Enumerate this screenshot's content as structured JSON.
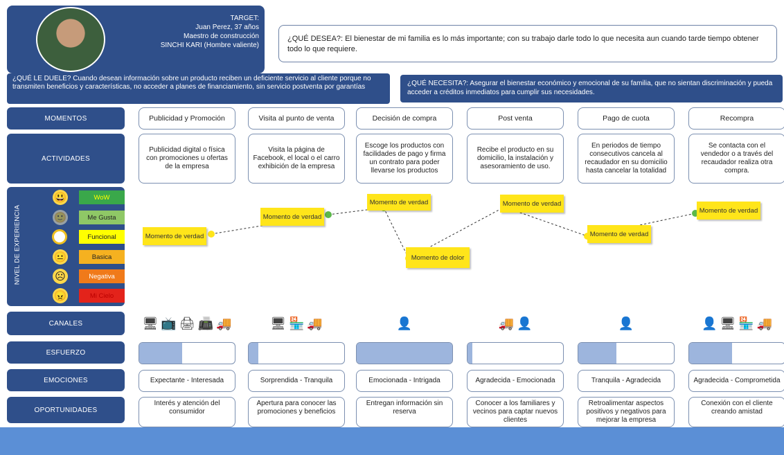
{
  "target": {
    "heading": "TARGET:",
    "line1": "Juan Perez, 37 años",
    "line2": "Maestro de construcción",
    "line3": "SINCHI KARI (Hombre valiente)"
  },
  "desea": "¿QUÉ DESEA?: El bienestar de mi familia es lo más importante; con su trabajo darle todo lo que necesita aun cuando tarde tiempo obtener todo lo que requiere.",
  "duele": "¿QUÉ LE DUELE? Cuando desean información sobre un producto reciben un deficiente servicio al cliente porque no transmiten beneficios y características, no acceder a planes de financiamiento, sin servicio postventa por garantías",
  "necesita": "¿QUÉ NECESITA?: Asegurar el bienestar económico y emocional de su familia, que no sientan discriminación y pueda acceder a créditos inmediatos para cumplir sus necesidades.",
  "rows": {
    "momentos": "MOMENTOS",
    "actividades": "ACTIVIDADES",
    "nivel": "NIVEL DE EXPERIENCIA",
    "canales": "CANALES",
    "esfuerzo": "ESFUERZO",
    "emociones": "EMOCIONES",
    "oportunidades": "OPORTUNIDADES"
  },
  "levels": [
    {
      "label": "WoW",
      "color": "#3aa84a",
      "face": "😃"
    },
    {
      "label": "Me Gusta",
      "color": "#8fc866",
      "face": "🙂"
    },
    {
      "label": "Funcional",
      "color": "#ffff00",
      "face": ""
    },
    {
      "label": "Basica",
      "color": "#f5b120",
      "face": "😐"
    },
    {
      "label": "Negativa",
      "color": "#f07a1a",
      "face": "☹"
    },
    {
      "label": "Mi Cielo",
      "color": "#e3231b",
      "face": "😠"
    }
  ],
  "stages": [
    {
      "momento": "Publicidad y Promoción",
      "actividad": "Publicidad digital o física con promociones u ofertas de la empresa",
      "canales": [
        "🖥",
        "📺",
        "🖨",
        "📠",
        "🚚"
      ],
      "esfuerzo": 0.45,
      "emocion": "Expectante - Interesada",
      "oportunidad": "Interés y atención del consumidor"
    },
    {
      "momento": "Visita al punto de venta",
      "actividad": "Visita la página de Facebook, el local o el carro exhibición de la empresa",
      "canales": [
        "🖥",
        "🏪",
        "🚚"
      ],
      "esfuerzo": 0.1,
      "emocion": "Sorprendida - Tranquila",
      "oportunidad": "Apertura para conocer las promociones y beneficios"
    },
    {
      "momento": "Decisión de compra",
      "actividad": "Escoge los productos con facilidades de pago y firma un contrato para poder llevarse los productos",
      "canales": [
        "👤"
      ],
      "esfuerzo": 1.0,
      "emocion": "Emocionada - Intrigada",
      "oportunidad": "Entregan información sin reserva"
    },
    {
      "momento": "Post venta",
      "actividad": "Recibe el producto en su domicilio, la instalación y asesoramiento de uso.",
      "canales": [
        "🚚",
        "👤"
      ],
      "esfuerzo": 0.05,
      "emocion": "Agradecida - Emocionada",
      "oportunidad": "Conocer a los familiares y vecinos para captar nuevos clientes"
    },
    {
      "momento": "Pago de cuota",
      "actividad": "En periodos de tiempo consecutivos cancela al recaudador en su domicilio hasta cancelar la totalidad",
      "canales": [
        "👤"
      ],
      "esfuerzo": 0.4,
      "emocion": "Tranquila - Agradecida",
      "oportunidad": "Retroalimentar aspectos positivos y negativos para mejorar la empresa"
    },
    {
      "momento": "Recompra",
      "actividad": "Se contacta con el vendedor o a través del recaudador realiza otra compra.",
      "canales": [
        "👤",
        "🖥",
        "🏪",
        "🚚"
      ],
      "esfuerzo": 0.45,
      "emocion": "Agradecida - Comprometida",
      "oportunidad": "Conexión con el cliente creando amistad"
    }
  ],
  "notes": {
    "n1": "Momento de verdad",
    "n2": "Momento de verdad",
    "n3": "Momento de verdad",
    "n4": "Momento de dolor",
    "n5": "Momento de verdad",
    "n6": "Momento de verdad",
    "n7": "Momento de verdad"
  },
  "colors": {
    "navy": "#2f4f8a",
    "note": "#ffe51a",
    "dotYellow": "#ffe51a",
    "dotGreen": "#5cb84a",
    "footer": "#5b8fd6"
  }
}
